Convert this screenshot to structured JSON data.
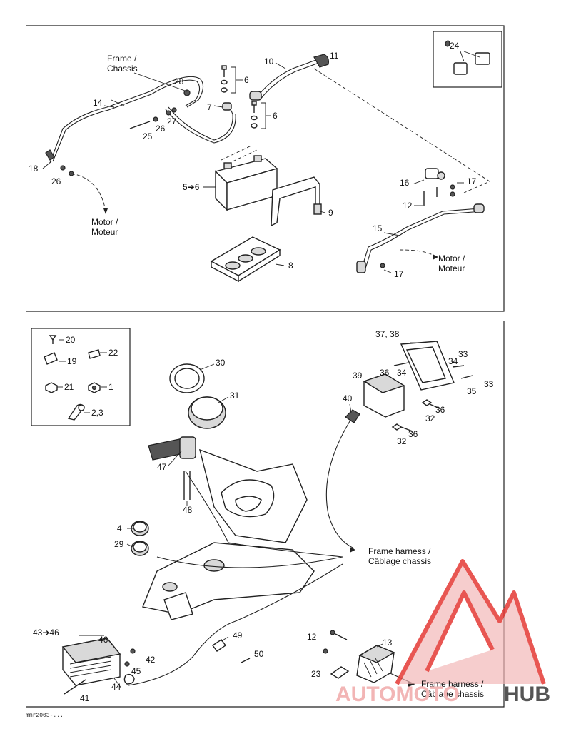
{
  "callouts": {
    "frame_chassis": [
      "Frame /",
      "Chassis"
    ],
    "motor_top_left": [
      "Motor /",
      "Moteur"
    ],
    "motor_top_right": [
      "Motor /",
      "Moteur"
    ],
    "frame_harness_mid": [
      "Frame harness /",
      "Câblage chassis"
    ],
    "frame_harness_bottom": [
      "Frame harness /",
      "Câblage chassis"
    ]
  },
  "labels": {
    "n1": "1",
    "n2_3": "2,3",
    "n4": "4",
    "n5_6": "5➔6",
    "n6a": "6",
    "n6b": "6",
    "n7": "7",
    "n8": "8",
    "n9": "9",
    "n10": "10",
    "n11": "11",
    "n12a": "12",
    "n12b": "12",
    "n13": "13",
    "n14": "14",
    "n15": "15",
    "n16": "16",
    "n17a": "17",
    "n17b": "17",
    "n18": "18",
    "n19": "19",
    "n20": "20",
    "n21": "21",
    "n22": "22",
    "n23": "23",
    "n24": "24",
    "n25": "25",
    "n26a": "26",
    "n26b": "26",
    "n27": "27",
    "n28": "28",
    "n29": "29",
    "n30": "30",
    "n31": "31",
    "n32a": "32",
    "n32b": "32",
    "n33a": "33",
    "n33b": "33",
    "n34a": "34",
    "n34b": "34",
    "n35": "35",
    "n36a": "36",
    "n36b": "36",
    "n36c": "36",
    "n37_38": "37, 38",
    "n39": "39",
    "n40": "40",
    "n41": "41",
    "n42": "42",
    "n43_46": "43➔46",
    "n44": "44",
    "n45": "45",
    "n46": "46",
    "n47": "47",
    "n48": "48",
    "n49": "49",
    "n50": "50"
  },
  "drawing_code": "mmr2003-...",
  "watermark": {
    "text_a": "AUTOMOTO",
    "text_b": "HUB",
    "color": "#e53935",
    "tint": "#f4a6a6"
  }
}
